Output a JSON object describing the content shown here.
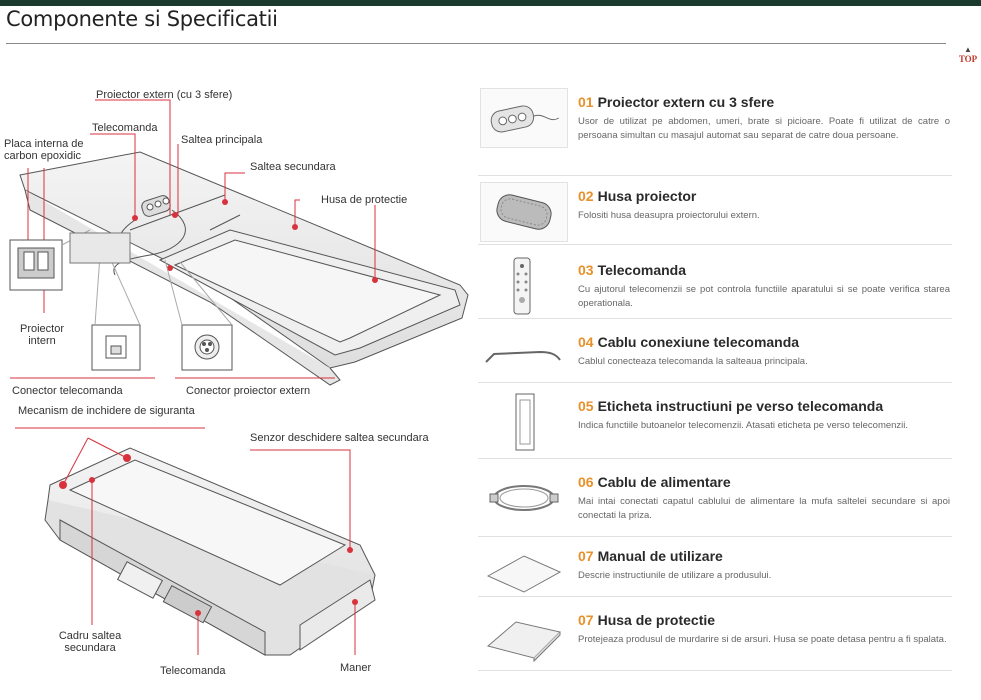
{
  "page": {
    "title": "Componente si Specificatii",
    "top_label": "TOP"
  },
  "diagram": {
    "top": {
      "proiector_extern": "Proiector extern (cu 3 sfere)",
      "telecomanda": "Telecomanda",
      "placa_interna_1": "Placa interna de",
      "placa_interna_2": "carbon epoxidic",
      "saltea_principala": "Saltea principala",
      "saltea_secundara": "Saltea secundara",
      "husa_protectie": "Husa de protectie",
      "proiector_intern_1": "Proiector",
      "proiector_intern_2": "intern",
      "conector_telecomanda": "Conector telecomanda",
      "conector_proiector": "Conector proiector extern"
    },
    "bottom": {
      "mecanism": "Mecanism de inchidere de siguranta",
      "senzor": "Senzor deschidere saltea secundara",
      "cadru_1": "Cadru saltea",
      "cadru_2": "secundara",
      "telecomanda": "Telecomanda",
      "maner": "Maner"
    }
  },
  "components": [
    {
      "num": "01",
      "name": "Proiector extern cu 3 sfere",
      "desc": "Usor de utilizat pe abdomen, umeri, brate si picioare. Poate fi utilizat de catre o persoana simultan cu masajul automat sau separat de catre doua persoane.",
      "icon": "external-projector-icon"
    },
    {
      "num": "02",
      "name": "Husa proiector",
      "desc": "Folositi husa deasupra proiectorului extern.",
      "icon": "projector-cover-icon"
    },
    {
      "num": "03",
      "name": "Telecomanda",
      "desc": "Cu ajutorul telecomenzii se pot controla functiile aparatului si se poate verifica starea operationala.",
      "icon": "remote-control-icon"
    },
    {
      "num": "04",
      "name": "Cablu conexiune telecomanda",
      "desc": "Cablul conecteaza telecomanda la salteaua principala.",
      "icon": "cable-icon"
    },
    {
      "num": "05",
      "name": "Eticheta instructiuni pe verso telecomanda",
      "desc": "Indica functiile butoanelor telecomenzii. Atasati eticheta pe verso telecomenzii.",
      "icon": "label-sticker-icon"
    },
    {
      "num": "06",
      "name": "Cablu de alimentare",
      "desc": "Mai intai conectati capatul cablului de alimentare la mufa saltelei secundare si apoi conectati la priza.",
      "icon": "power-cord-icon"
    },
    {
      "num": "07",
      "name": "Manual de utilizare",
      "desc": "Descrie instructiunile de utilizare a produsului.",
      "icon": "manual-icon"
    },
    {
      "num": "07",
      "name": "Husa de protectie",
      "desc": "Protejeaza produsul de murdarire si de arsuri. Husa se poate detasa pentru a fi spalata.",
      "icon": "protective-cover-icon"
    }
  ]
}
